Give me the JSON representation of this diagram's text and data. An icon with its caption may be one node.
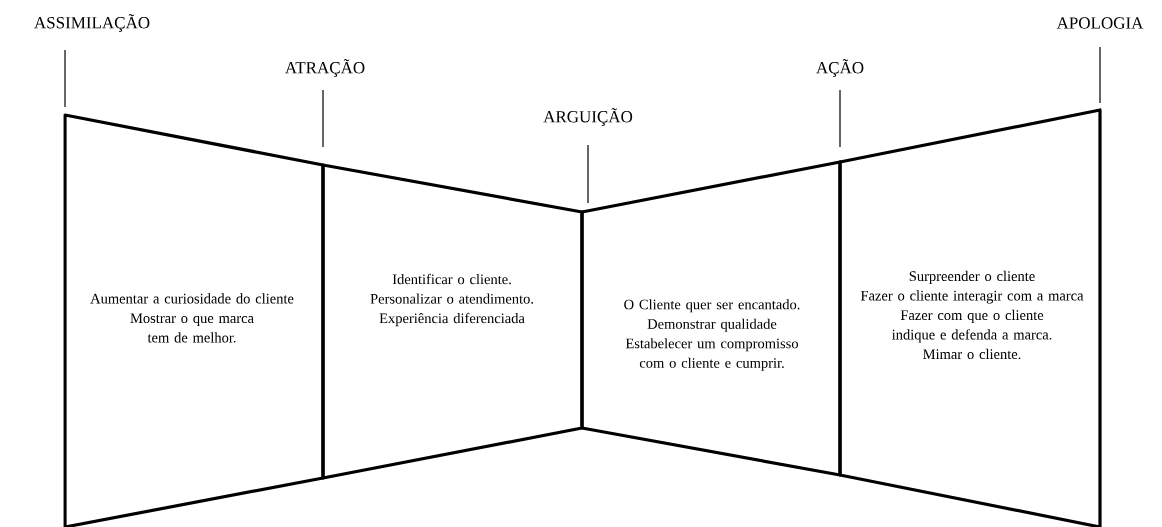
{
  "diagram": {
    "nodes": [
      {
        "text": [
          "Aumentar a curiosidade do cliente",
          "Mostrar o que marca tem de melhor."
        ]
      },
      {
        "text": [
          "Identificar o cliente.",
          "Personalizar o atendimento.",
          "Experiência diferenciada"
        ]
      },
      {
        "text": [
          "O Cliente quer ser encantado.",
          "Demonstrar qualidade",
          "Estabelecer um compromisso com o cliente e cumprir."
        ]
      },
      {
        "text": [
          "Surpreender o cliente",
          "Fazer o cliente interagir com a marca",
          "Fazer com que o cliente indique e defenda a marca.",
          "Mimar o cliente."
        ]
      }
    ],
    "labels": [
      "ASSIMILAÇÃO",
      "ATRAÇÃO",
      "ARGUIÇÃO",
      "AÇÃO",
      "APOLOGIA"
    ]
  }
}
